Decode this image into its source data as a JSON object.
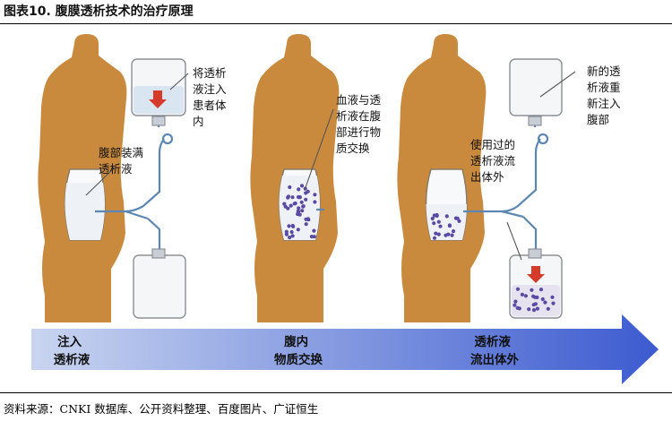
{
  "header": {
    "title": "图表10.  腹膜透析技术的治疗原理"
  },
  "panels": [
    {
      "annotations": [
        {
          "lines": [
            "将透析",
            "液注入",
            "患者体",
            "内"
          ]
        },
        {
          "lines": [
            "腹部装满",
            "透析液"
          ]
        }
      ]
    },
    {
      "annotations": [
        {
          "lines": [
            "血液与透",
            "析液在腹",
            "部进行物",
            "质交换"
          ]
        }
      ]
    },
    {
      "annotations": [
        {
          "lines": [
            "新的透",
            "析液重",
            "新注入",
            "腹部"
          ]
        },
        {
          "lines": [
            "使用过的",
            "透析液流",
            "出体外"
          ]
        }
      ]
    }
  ],
  "stages": [
    {
      "lines": [
        "注入",
        "透析液"
      ]
    },
    {
      "lines": [
        "腹内",
        "物质交换"
      ]
    },
    {
      "lines": [
        "透析液",
        "流出体外"
      ]
    }
  ],
  "footer": {
    "source": "资料来源：CNKI 数据库、公开资料整理、百度图片、广证恒生"
  },
  "colors": {
    "body": "#c98a3e",
    "abdomen_fill": "#eef2f6",
    "tube": "#5d87b3",
    "arrow_start": "#c9d5f0",
    "arrow_end": "#3c5bd0",
    "down_arrow": "#d63a2a",
    "particle": "#5b4aa3"
  }
}
